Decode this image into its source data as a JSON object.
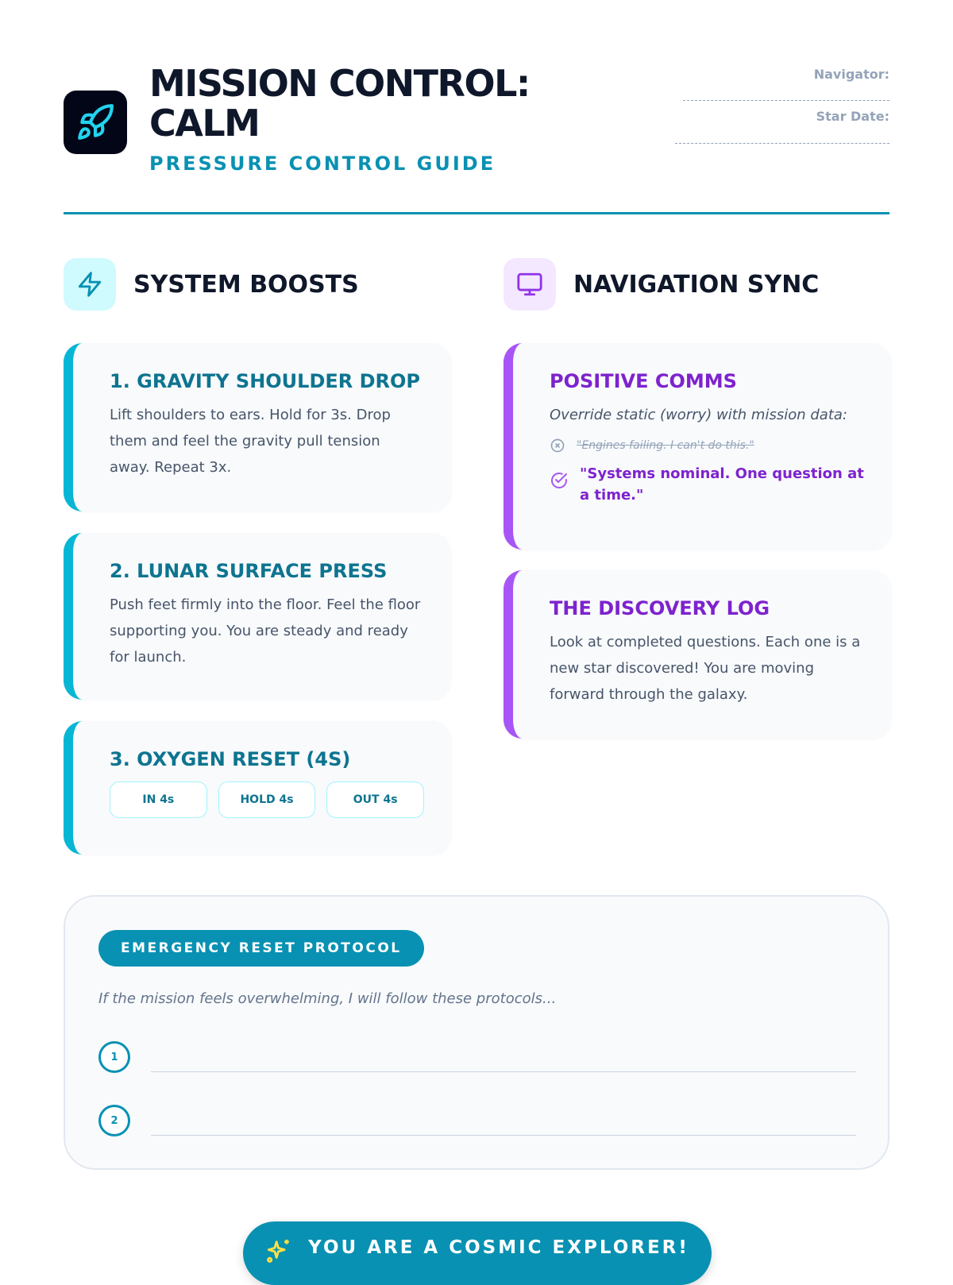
{
  "header": {
    "title_line1": "MISSION CONTROL:",
    "title_line2": "CALM",
    "subtitle": "PRESSURE CONTROL GUIDE",
    "navigator_label": "Navigator:",
    "stardate_label": "Star Date:"
  },
  "left": {
    "heading": "SYSTEM BOOSTS",
    "cards": [
      {
        "title": "1. GRAVITY SHOULDER DROP",
        "text": "Lift shoulders to ears. Hold for 3s. Drop them and feel the gravity pull tension away. Repeat 3x."
      },
      {
        "title": "2. LUNAR SURFACE PRESS",
        "text": "Push feet firmly into the floor. Feel the floor supporting you. You are steady and ready for launch."
      },
      {
        "title": "3. OXYGEN RESET (4S)",
        "pills": [
          "IN 4s",
          "HOLD 4s",
          "OUT 4s"
        ]
      }
    ]
  },
  "right": {
    "heading": "NAVIGATION SYNC",
    "comms": {
      "title": "POSITIVE COMMS",
      "intro": "Override static (worry) with mission data:",
      "negative": "\"Engines failing. I can't do this.\"",
      "positive": "\"Systems nominal. One question at a time.\""
    },
    "log": {
      "title": "THE DISCOVERY LOG",
      "text": "Look at completed questions. Each one is a new star discovered! You are moving forward through the galaxy."
    }
  },
  "emergency": {
    "badge": "EMERGENCY RESET PROTOCOL",
    "prompt": "If the mission feels overwhelming, I will follow these protocols...",
    "steps": [
      "1",
      "2"
    ]
  },
  "footer": {
    "label": "YOU ARE A COSMIC EXPLORER!"
  },
  "colors": {
    "teal": "#0891b2",
    "cyan": "#06b6d4",
    "purple": "#a855f7",
    "purple_text": "#7e22ce"
  }
}
